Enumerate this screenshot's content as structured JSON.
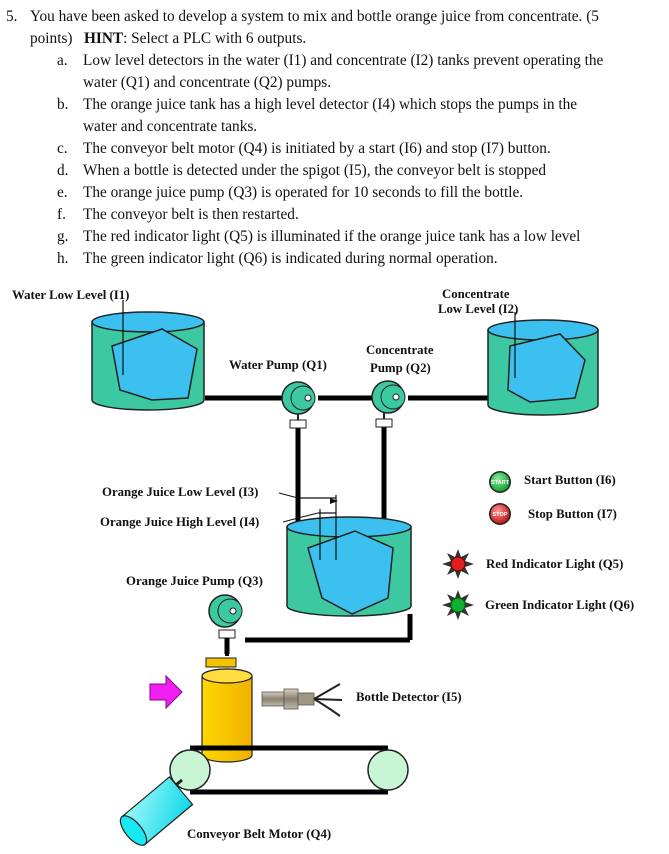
{
  "question": {
    "number": "5.",
    "line1": "You have been asked to develop a system to mix and bottle orange juice from concentrate. (5",
    "line2_a": "points)",
    "hint_label": "HINT",
    "line2_b": ": Select a PLC with 6 outputs."
  },
  "items": [
    {
      "letter": "a.",
      "lines": [
        "Low level detectors in the water (I1) and concentrate (I2) tanks prevent operating the",
        "water (Q1) and concentrate (Q2) pumps."
      ]
    },
    {
      "letter": "b.",
      "lines": [
        "The orange juice tank has a high level detector (I4) which stops the pumps in the",
        "water and concentrate tanks."
      ]
    },
    {
      "letter": "c.",
      "lines": [
        "The conveyor belt motor (Q4) is initiated by a start (I6) and stop (I7) button."
      ]
    },
    {
      "letter": "d.",
      "lines": [
        "When a bottle is detected under the spigot (I5), the conveyor belt is stopped"
      ]
    },
    {
      "letter": "e.",
      "lines": [
        "The orange juice pump (Q3) is operated for 10 seconds to fill the bottle."
      ]
    },
    {
      "letter": "f.",
      "lines": [
        "The conveyor belt is then restarted."
      ]
    },
    {
      "letter": "g.",
      "lines": [
        "The red indicator light (Q5) is illuminated if the orange juice tank has a low level"
      ]
    },
    {
      "letter": "h.",
      "lines": [
        "The green indicator light (Q6) is indicated during normal operation."
      ]
    }
  ],
  "diagram": {
    "water_low_level": "Water Low Level (I1)",
    "concentrate_low_level_1": "Concentrate",
    "concentrate_low_level_2": "Low Level (I2)",
    "water_pump": "Water Pump (Q1)",
    "concentrate_pump_1": "Concentrate",
    "concentrate_pump_2": "Pump (Q2)",
    "oj_low_level": "Orange Juice Low Level (I3)",
    "oj_high_level": "Orange Juice High Level (I4)",
    "oj_pump": "Orange Juice Pump (Q3)",
    "start_button": "Start Button (I6)",
    "stop_button": "Stop Button (I7)",
    "start_button_text": "START",
    "stop_button_text": "STOP",
    "red_light": "Red Indicator Light (Q5)",
    "green_light": "Green Indicator Light (Q6)",
    "bottle_detector": "Bottle Detector (I5)",
    "conveyor_motor": "Conveyor Belt Motor (Q4)"
  },
  "colors": {
    "tank_green": "#3cc8a0",
    "liquid_blue": "#3cc0f0",
    "bottle_yellow": "#f5c400",
    "motor_cyan": "#18e8f0",
    "pulley_green": "#c8f5d4",
    "arrow_magenta": "#f020f0",
    "red_light": "#e02020",
    "green_light": "#10b030"
  }
}
